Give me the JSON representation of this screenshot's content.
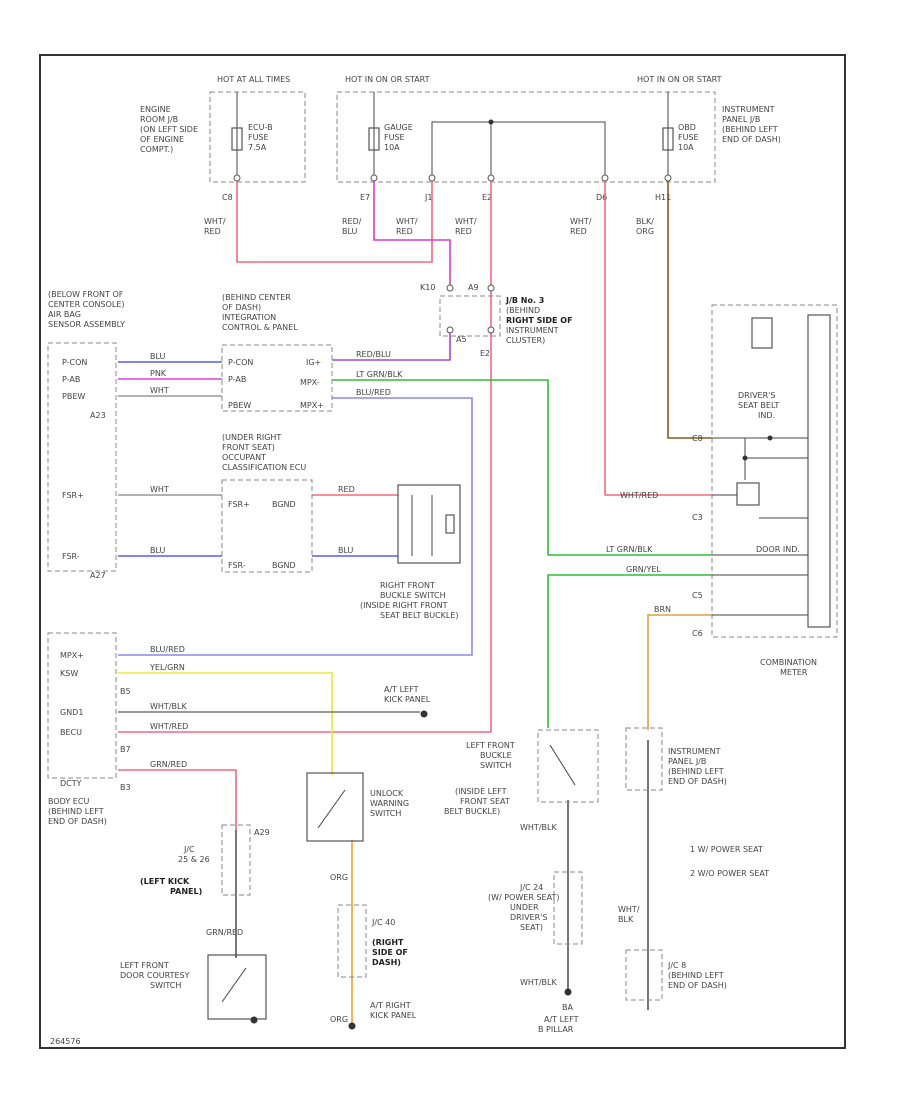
{
  "colors": {
    "red": "#f06a7a",
    "redblue": "#a04cc6",
    "magenta": "#e23fe0",
    "blue": "#5a5cf0",
    "green": "#2fbf3a",
    "yellow": "#e8ea3a",
    "orange": "#f0a030",
    "brown": "#8a5a20",
    "gray": "#888888",
    "black": "#333333"
  },
  "power": {
    "hot_at_all_times": "HOT AT ALL TIMES",
    "hot_in_on_left": "HOT IN ON OR START",
    "hot_in_on_right": "HOT IN ON OR START",
    "engine_room_jb": [
      "ENGINE",
      "ROOM J/B",
      "(ON LEFT SIDE",
      "OF ENGINE",
      "COMPT.)"
    ],
    "ecu_b_fuse": [
      "ECU-B",
      "FUSE",
      "7.5A"
    ],
    "gauge_fuse": [
      "GAUGE",
      "FUSE",
      "10A"
    ],
    "obd_fuse": [
      "OBD",
      "FUSE",
      "10A"
    ],
    "ipjb_top": [
      "INSTRUMENT",
      "PANEL J/B",
      "(BEHIND LEFT",
      "END OF DASH)"
    ]
  },
  "connectors": {
    "c8": "C8",
    "e7": "E7",
    "j1": "J1",
    "e2": "E2",
    "d6": "D6",
    "h11": "H11",
    "k10": "K10",
    "a9": "A9",
    "a5": "A5",
    "e2b": "E2"
  },
  "wires": {
    "wht_red": "WHT/ RED",
    "red_blu": "RED/ BLU",
    "blk_org": "BLK/ ORG",
    "blu": "BLU",
    "pnk": "PNK",
    "wht": "WHT",
    "red": "RED",
    "red_blu_h": "RED/BLU",
    "lt_grn_blk": "LT GRN/BLK",
    "blu_red": "BLU/RED",
    "yel_grn": "YEL/GRN",
    "wht_blk": "WHT/BLK",
    "grn_red": "GRN/RED",
    "grn_yel": "GRN/YEL",
    "org": "ORG",
    "brn": "BRN",
    "wht_blk_v": "WHT/ BLK"
  },
  "components": {
    "airbag_location": [
      "(BELOW FRONT OF",
      "CENTER CONSOLE)",
      "AIR BAG",
      "SENSOR ASSEMBLY"
    ],
    "airbag_pins": [
      "P-CON",
      "P-AB",
      "PBEW",
      "A23",
      "FSR+",
      "FSR-",
      "A27"
    ],
    "integration_title": [
      "(BEHIND CENTER",
      "OF DASH)",
      "INTEGRATION",
      "CONTROL & PANEL"
    ],
    "integration_pins": [
      "P-CON",
      "P-AB",
      "PBEW",
      "IG+",
      "MPX-",
      "MPX+"
    ],
    "junction_jb3": [
      "J/B No. 3",
      "(BEHIND",
      "RIGHT SIDE OF",
      "INSTRUMENT",
      "CLUSTER)"
    ],
    "occupant_title": [
      "(UNDER RIGHT",
      "FRONT SEAT)",
      "OCCUPANT",
      "CLASSIFICATION ECU"
    ],
    "occupant_pins": [
      "FSR+",
      "BGND",
      "FSR-",
      "BGND"
    ],
    "buckle_right": [
      "RIGHT FRONT",
      "BUCKLE SWITCH",
      "(INSIDE RIGHT FRONT",
      "SEAT BELT BUCKLE)"
    ],
    "drivers_seat_belt": [
      "DRIVER'S",
      "SEAT BELT",
      "IND."
    ],
    "door_ind": "DOOR IND.",
    "combination_meter": [
      "COMBINATION",
      "METER"
    ],
    "meter_pins": [
      "C8",
      "C3",
      "C5",
      "C6"
    ],
    "body_ecu_pins": [
      "MPX+",
      "KSW",
      "GND1",
      "BECU",
      "DCTY"
    ],
    "body_ecu_nums": [
      "B5",
      "B7",
      "B3"
    ],
    "body_ecu": [
      "BODY ECU",
      "(BEHIND LEFT",
      "END OF DASH)"
    ],
    "ground_left_kick": [
      "A/T LEFT",
      "KICK PANEL"
    ],
    "unlock_switch": [
      "UNLOCK",
      "WARNING",
      "SWITCH"
    ],
    "jc_left": [
      "J/C",
      "25 & 26",
      "(LEFT KICK",
      "PANEL)"
    ],
    "jc_left_conn": "A29",
    "left_door_switch": [
      "LEFT FRONT",
      "DOOR COURTESY",
      "SWITCH"
    ],
    "jc_right": [
      "J/C 40",
      "(RIGHT",
      "SIDE OF",
      "DASH)"
    ],
    "ground_right_kick": [
      "A/T RIGHT",
      "KICK PANEL"
    ],
    "left_buckle": [
      "LEFT FRONT",
      "BUCKLE",
      "SWITCH"
    ],
    "left_buckle_inside": [
      "(INSIDE LEFT",
      "FRONT SEAT",
      "BELT BUCKLE)"
    ],
    "jc24": [
      "J/C 24",
      "(W/ POWER SEAT)",
      "UNDER",
      "DRIVER'S",
      "SEAT)"
    ],
    "ground_left_pillar": [
      "A/T LEFT",
      "B PILLAR"
    ],
    "ground_left_pillar_id": "BA",
    "ipjb_bottom": [
      "INSTRUMENT",
      "PANEL J/B",
      "(BEHIND LEFT",
      "END OF DASH)"
    ],
    "jc8": [
      "J/C 8",
      "(BEHIND LEFT",
      "END OF DASH)"
    ],
    "notes": [
      "1  W/ POWER SEAT",
      "2  W/O POWER SEAT"
    ],
    "figure_id": "264576"
  }
}
